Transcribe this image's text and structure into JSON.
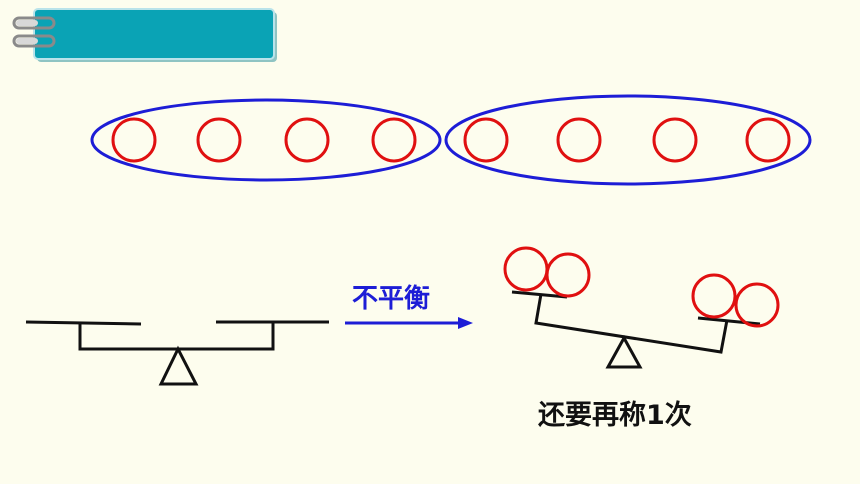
{
  "arrow_label": "不平衡",
  "caption": "还要再称1次",
  "colors": {
    "background": "#fdfdee",
    "header_bar": "#0aa3b5",
    "group_outline": "#1d1dd6",
    "ball": "#e01010",
    "arrow": "#1d1dd6",
    "scale": "#111111"
  },
  "groups": [
    {
      "name": "group-left",
      "count": 4
    },
    {
      "name": "group-right",
      "count": 4
    }
  ],
  "icons": {
    "binder_rings": "binder-rings-icon",
    "balance_scale": "balance-scale-icon",
    "tilted_scale": "tilted-balance-scale-icon",
    "arrow": "arrow-right-icon"
  }
}
